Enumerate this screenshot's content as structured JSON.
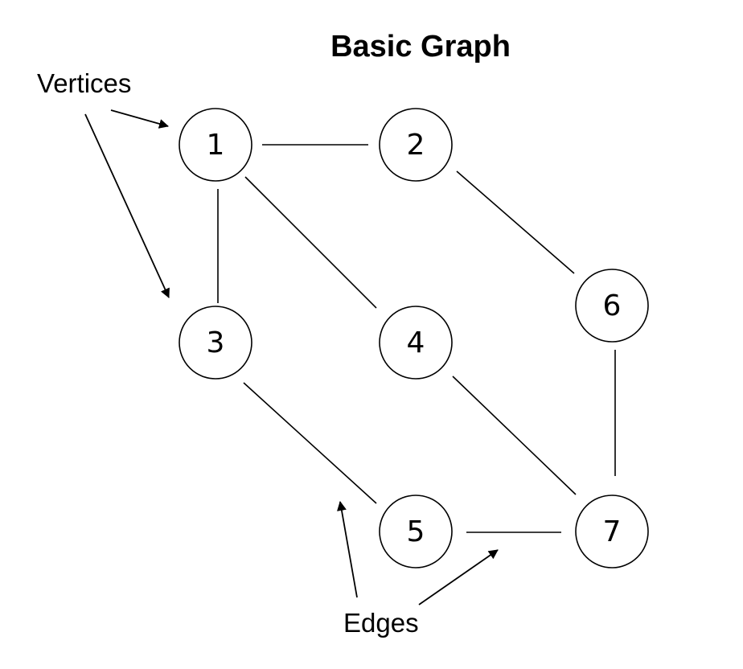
{
  "title": "Basic Graph",
  "callouts": {
    "vertices": "Vertices",
    "edges": "Edges"
  },
  "vertices": [
    {
      "id": "1",
      "label": "1"
    },
    {
      "id": "2",
      "label": "2"
    },
    {
      "id": "3",
      "label": "3"
    },
    {
      "id": "4",
      "label": "4"
    },
    {
      "id": "5",
      "label": "5"
    },
    {
      "id": "6",
      "label": "6"
    },
    {
      "id": "7",
      "label": "7"
    }
  ],
  "edges": [
    {
      "from": "1",
      "to": "2"
    },
    {
      "from": "1",
      "to": "3"
    },
    {
      "from": "1",
      "to": "4"
    },
    {
      "from": "2",
      "to": "6"
    },
    {
      "from": "3",
      "to": "5"
    },
    {
      "from": "4",
      "to": "7"
    },
    {
      "from": "5",
      "to": "7"
    },
    {
      "from": "6",
      "to": "7"
    }
  ]
}
